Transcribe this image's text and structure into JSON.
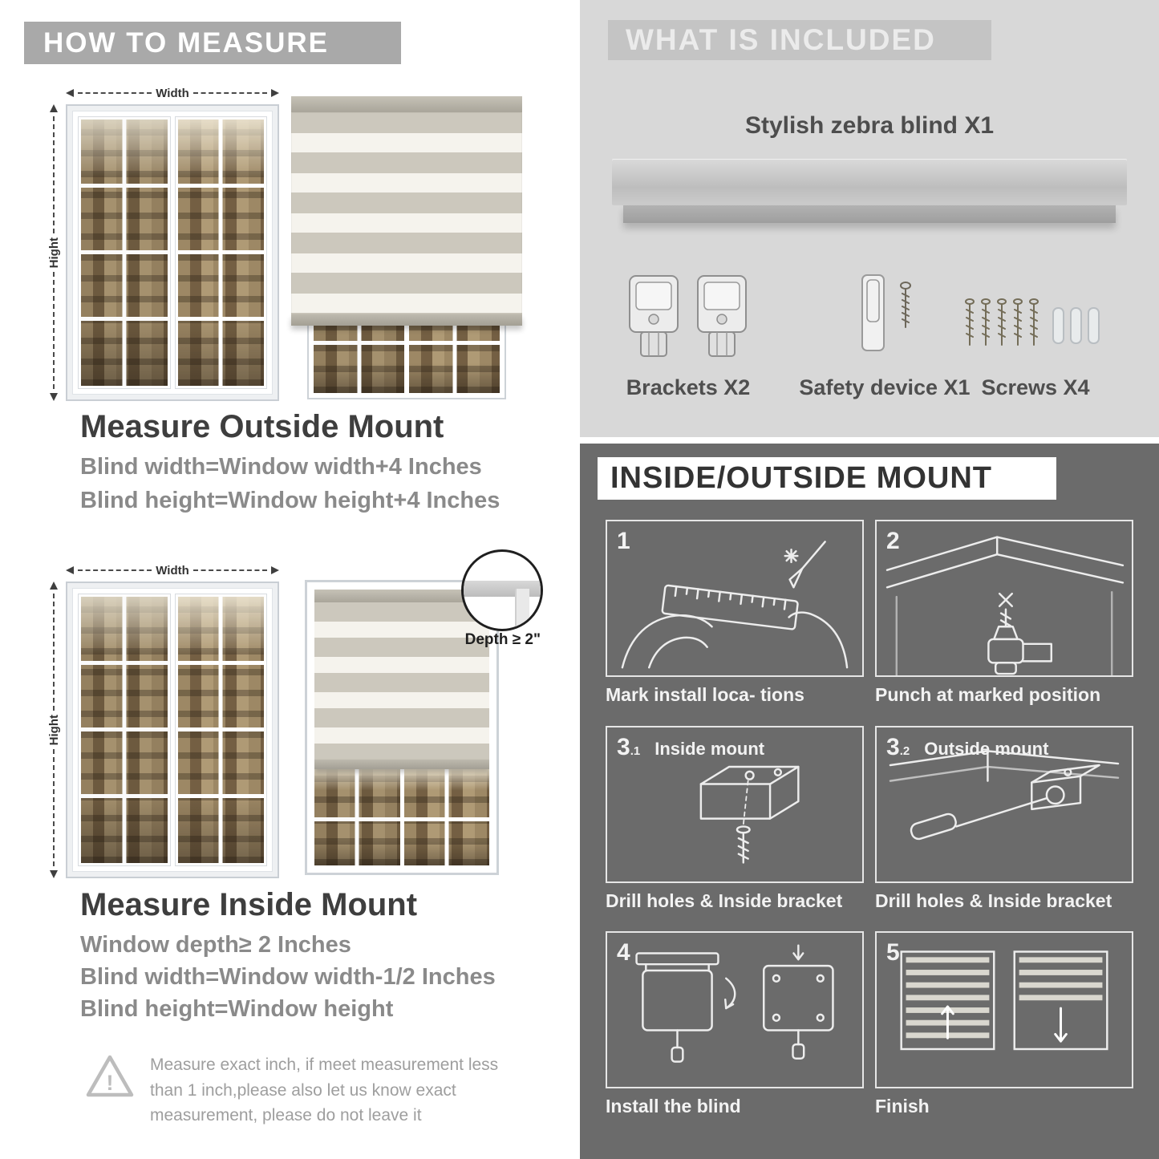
{
  "colors": {
    "left_header_bg": "#a9a9a9",
    "included_bg": "#d8d8d8",
    "included_band_bg": "#c4c4c4",
    "mount_bg": "#6b6b6b",
    "title_text": "#3e3e3e",
    "body_text": "#8a8a8a",
    "blind_stripe_gray": "#ccc8bd",
    "blind_stripe_sheer": "#f5f3ed"
  },
  "left": {
    "header": "HOW TO MEASURE",
    "outside": {
      "width_label": "Width",
      "height_label": "Hight",
      "title": "Measure Outside Mount",
      "line1": "Blind width=Window width+4 Inches",
      "line2": "Blind height=Window height+4 Inches"
    },
    "inside": {
      "width_label": "Width",
      "height_label": "Hight",
      "depth_label": "Depth ≥ 2\"",
      "title": "Measure Inside Mount",
      "line1": "Window depth≥ 2 Inches",
      "line2": "Blind width=Window width-1/2 Inches",
      "line3": "Blind height=Window height"
    },
    "warning": {
      "icon_glyph": "!",
      "text": "Measure exact inch, if meet measurement less than 1 inch,please also let us know exact measurement, please do not leave it"
    }
  },
  "right": {
    "included": {
      "header": "WHAT IS INCLUDED",
      "blind_label": "Stylish zebra blind X1",
      "items": [
        {
          "label": "Brackets X2"
        },
        {
          "label": "Safety device X1"
        },
        {
          "label": "Screws X4"
        }
      ]
    },
    "mount": {
      "header": "INSIDE/OUTSIDE MOUNT",
      "steps": [
        {
          "num": "1",
          "caption": "Mark install loca- tions"
        },
        {
          "num": "2",
          "caption": "Punch at marked position"
        },
        {
          "num": "3",
          "sub": ".1",
          "inner_label": "Inside mount",
          "caption": "Drill holes & Inside bracket"
        },
        {
          "num": "3",
          "sub": ".2",
          "inner_label": "Outside mount",
          "caption": "Drill holes & Inside bracket"
        },
        {
          "num": "4",
          "caption": "Install the blind"
        },
        {
          "num": "5",
          "caption": "Finish"
        }
      ]
    }
  }
}
